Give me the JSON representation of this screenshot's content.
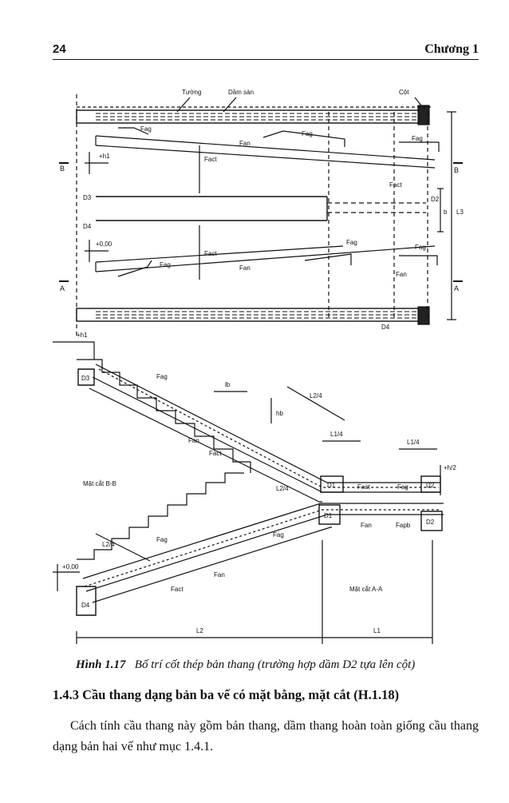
{
  "header": {
    "page_number": "24",
    "chapter": "Chương 1"
  },
  "figure": {
    "plan_labels": {
      "wall": "Tường",
      "floor_beam": "Dầm sàn",
      "column": "Cột",
      "fag1": "Fag",
      "fan1": "Fan",
      "fag2": "Fag",
      "fag3": "Fag",
      "fact1": "Fact",
      "fact2": "Fact",
      "fact3": "Fact",
      "fag4": "Fag",
      "fan2": "Fan",
      "fag5": "Fag",
      "fag6": "Fag",
      "fan3": "Fan",
      "b_left": "B",
      "b_right": "B",
      "a_left": "A",
      "a_right": "A",
      "d3": "D3",
      "d4": "D4",
      "d2": "D2",
      "d4_bottom": "D4",
      "h1": "+h1",
      "zero": "+0,00",
      "b_dim": "b",
      "l3_dim": "L3"
    },
    "section_labels": {
      "h1": "+h1",
      "d3": "D3",
      "fag1": "Fag",
      "lb": "lb",
      "hb": "hb",
      "l2_4a": "L2/4",
      "fan1": "Fan",
      "fact1": "Fact",
      "l1_4a": "L1/4",
      "l1_4b": "L1/4",
      "h2": "+h/2",
      "section_bb": "Mặt cắt B-B",
      "d1a": "D1",
      "fact2": "Fact",
      "fag2": "Fag",
      "d2a": "D2",
      "l2_4b": "L2/4",
      "d1b": "D1",
      "fan2": "Fan",
      "fapb": "Fapb",
      "d2b": "D2",
      "fag3": "Fag",
      "l2_4c": "L2/4",
      "fag4": "Fag",
      "fan3": "Fan",
      "zero": "+0,00",
      "fact3": "Fact",
      "section_aa": "Mặt cắt A-A",
      "d4": "D4",
      "l2": "L2",
      "l1": "L1"
    }
  },
  "caption": {
    "number": "Hình 1.17",
    "text": "Bố trí cốt thép bản thang (trường hợp dầm D2 tựa lên cột)"
  },
  "section_heading": "1.4.3 Cầu thang dạng bản ba vế có mặt bằng, mặt cắt (H.1.18)",
  "body_text": "Cách tính cầu thang này gồm bản thang, dầm thang hoàn toàn giống cầu thang dạng bản hai vế như mục 1.4.1."
}
